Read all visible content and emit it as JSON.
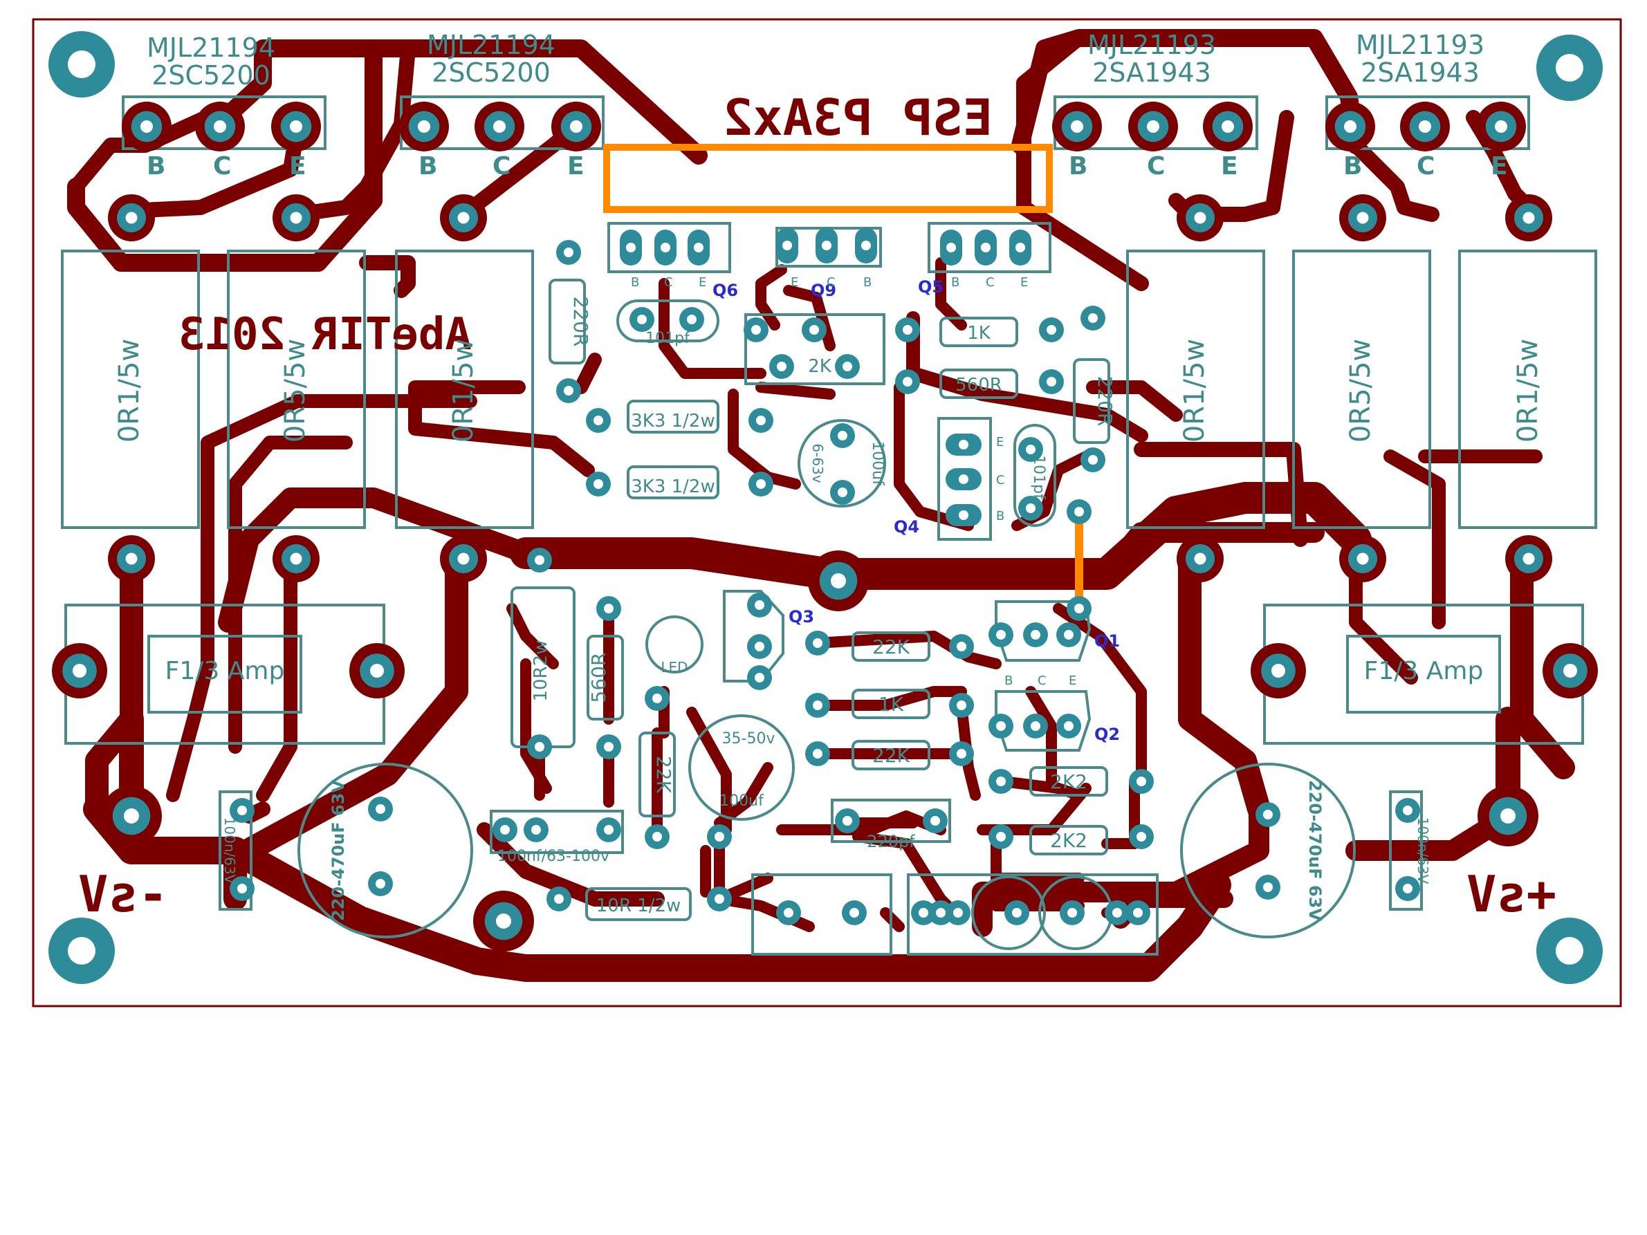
{
  "colors": {
    "copper": "#7a0000",
    "pad": "#2e8b9a",
    "silkscreen": "#4a8a8a",
    "highlight": "#ff8a00",
    "board_edge": "#7a0000",
    "designator": "#2a2ad0"
  },
  "board": {
    "title": "ESP P3Ax2",
    "author": "AbeTIR 2013",
    "supply_neg": "-sV",
    "supply_pos": "+sV"
  },
  "transistors": {
    "out1": {
      "name": "MJL21194",
      "alt": "2SC5200"
    },
    "out2": {
      "name": "MJL21194",
      "alt": "2SC5200"
    },
    "out3": {
      "name": "MJL21193",
      "alt": "2SA1943"
    },
    "out4": {
      "name": "MJL21193",
      "alt": "2SA1943"
    },
    "pin_b": "B",
    "pin_c": "C",
    "pin_e": "E"
  },
  "designators": {
    "q1": "Q1",
    "q2": "Q2",
    "q3": "Q3",
    "q4": "Q4",
    "q5": "Q5",
    "q6": "Q6",
    "q9": "Q9"
  },
  "resistors": {
    "r_or1_a": "0R1/5w",
    "r_or5_a": "0R5/5w",
    "r_or1_b": "0R1/5w",
    "r_or1_c": "0R1/5w",
    "r_or5_b": "0R5/5w",
    "r_or1_d": "0R1/5w",
    "r220_a": "220R",
    "r220_b": "220R",
    "r1k_top": "1K",
    "r560_top": "560R",
    "r3k3_a": "3K3 1/2w",
    "r3k3_b": "3K3 1/2w",
    "r22k_a": "22K",
    "r1k_mid": "1K",
    "r22k_b": "22K",
    "r22k_v": "22K",
    "r560_v": "560R",
    "r10r2w": "10R2w",
    "r2k2_a": "2K2",
    "r2k2_b": "2K2",
    "r10r_half": "10R 1/2w"
  },
  "caps": {
    "c101": "101pf",
    "c101_b": "101pf",
    "c100uf_top": "100uf",
    "c63v": "6-63v",
    "c35_50": "35-50v",
    "c100uf_mid": "100uf",
    "c220pf": "220pf",
    "c100nf": "100nf/63-100v",
    "c_bulk_l": "220-470uF 63V",
    "c_bulk_r": "220-470uF 63V",
    "c_small_l": "100n/63V",
    "c_small_r": "100n/63V"
  },
  "misc": {
    "trimmer": "2K",
    "led": "LED",
    "fuse_l": "F1/3 Amp",
    "fuse_r": "F1/3 Amp"
  }
}
